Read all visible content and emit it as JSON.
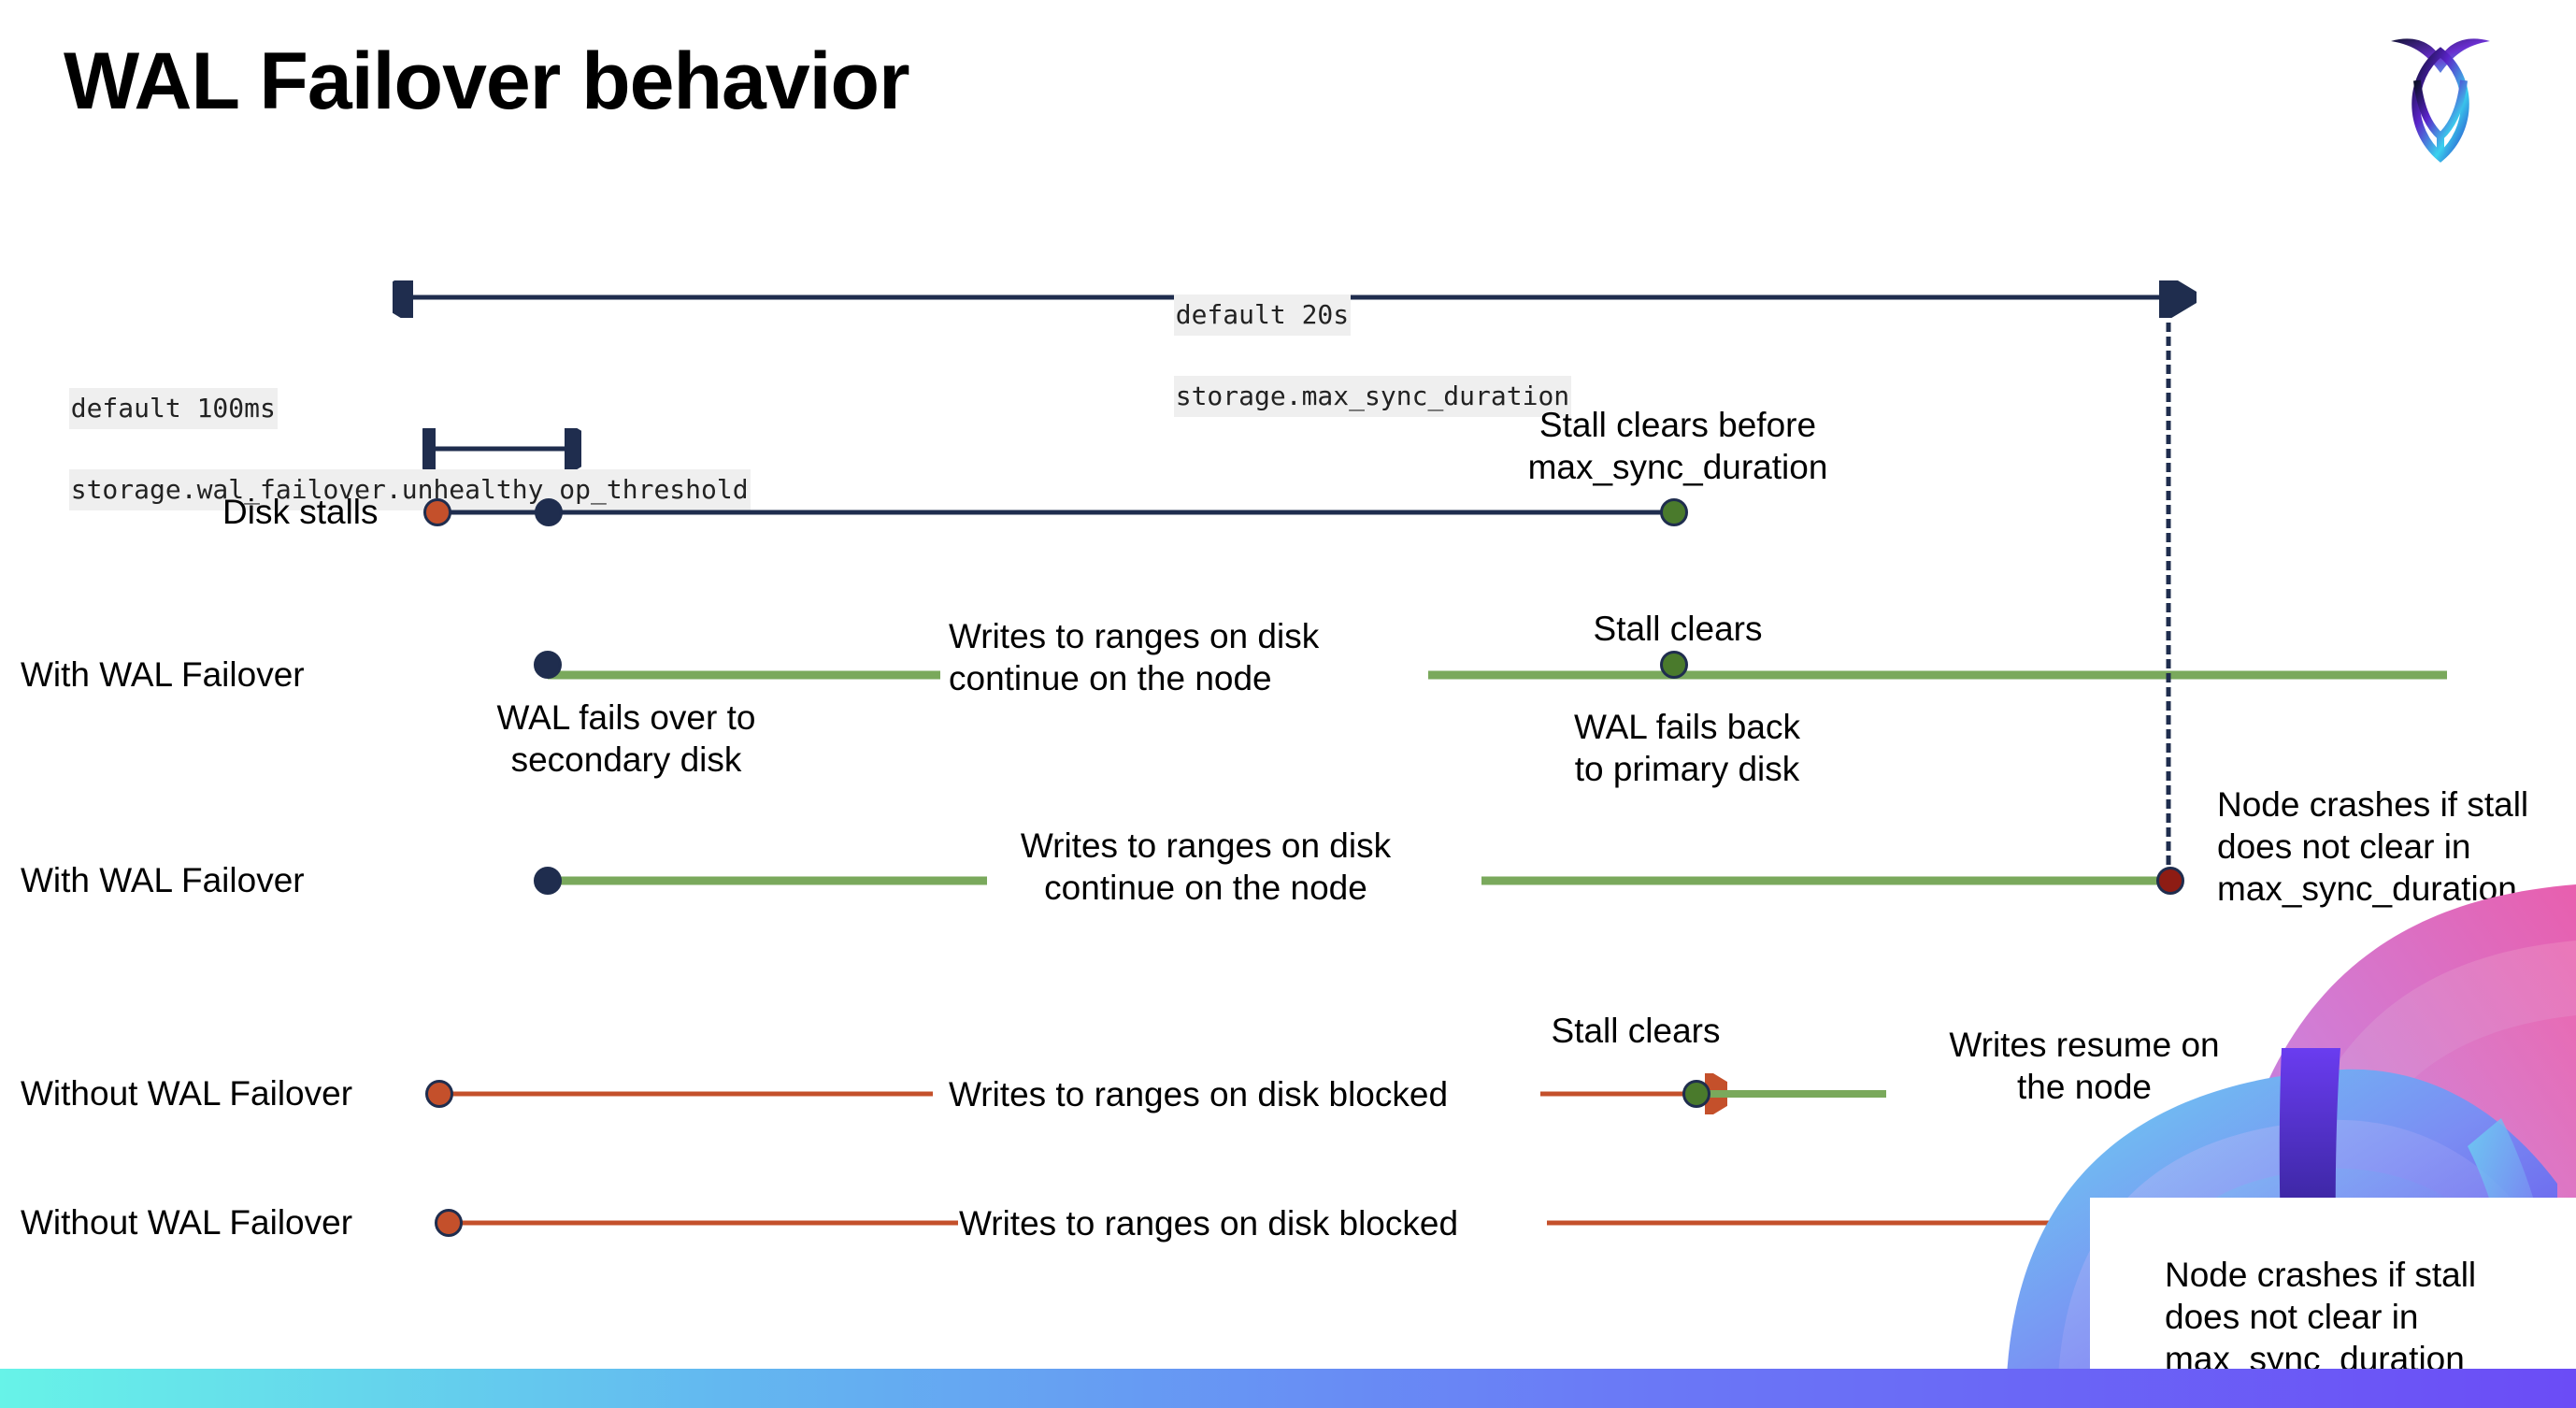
{
  "slide": {
    "title": "WAL Failover behavior",
    "logo_name": "cockroachdb-logo"
  },
  "settings_callouts": [
    {
      "id": "max-sync-duration",
      "default_line": "default 20s",
      "setting_line": "storage.max_sync_duration"
    },
    {
      "id": "unhealthy-op-threshold",
      "default_line": "default 100ms",
      "setting_line": "storage.wal_failover.unhealthy_op_threshold"
    }
  ],
  "rows": [
    {
      "id": "disk-stalls",
      "label": "Disk stalls",
      "notes": [
        "Stall clears before\nmax_sync_duration"
      ]
    },
    {
      "id": "with-wal-failover-1",
      "label": "With WAL Failover",
      "notes": [
        "WAL fails over to\nsecondary disk",
        "Writes to ranges on disk\ncontinue on the node",
        "Stall clears",
        "WAL fails  back\nto primary disk"
      ]
    },
    {
      "id": "with-wal-failover-2",
      "label": "With WAL Failover",
      "notes": [
        "Writes to ranges on disk\ncontinue on the node",
        "Node crashes if stall\ndoes not clear in\nmax_sync_duration"
      ]
    },
    {
      "id": "without-wal-failover-1",
      "label": "Without WAL Failover",
      "notes": [
        "Writes to ranges on disk  blocked",
        "Stall clears",
        "Writes resume on\nthe node"
      ]
    },
    {
      "id": "without-wal-failover-2",
      "label": "Without WAL Failover",
      "notes": [
        "Writes to ranges on disk  blocked",
        "Node crashes if stall\ndoes not clear in\nmax_sync_duration"
      ]
    }
  ],
  "colors": {
    "navy": "#1f2d4e",
    "orange": "#c4502b",
    "green": "#7aa95c",
    "green_dot": "#4a7a2c",
    "dark_red": "#8e1c14",
    "code_bg": "#efefef"
  }
}
